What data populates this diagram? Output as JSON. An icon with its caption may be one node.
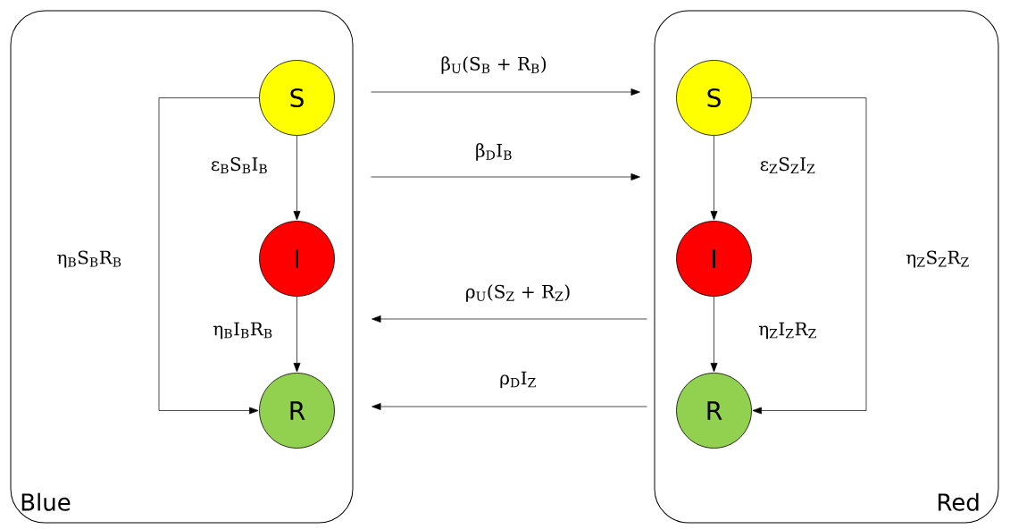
{
  "diagram": {
    "nodes": [
      {
        "text": [
          "Blue"
        ]
      },
      {
        "text": [
          "S"
        ],
        "in": 0
      },
      {
        "text": [
          "I"
        ],
        "in": 0
      },
      {
        "text": [
          "R"
        ],
        "in": 0
      },
      {
        "text": [
          "Red"
        ]
      },
      {
        "text": [
          "S"
        ],
        "in": 4
      },
      {
        "text": [
          "I"
        ],
        "in": 4
      },
      {
        "text": [
          "R"
        ],
        "in": 4
      }
    ],
    "edges": [
      {
        "from": 1,
        "to": 2,
        "arrow": "to",
        "label": "ε$_{B}$S$_{B}$I$_{B}$"
      },
      {
        "from": 2,
        "to": 3,
        "arrow": "to",
        "label": "η$_{B}$I$_{B}$R$_{B}$"
      },
      {
        "from": 1,
        "to": 3,
        "arrow": "to",
        "label": "η$_{B}$S$_{B}$R$_{B}$"
      },
      {
        "from": 5,
        "to": 6,
        "arrow": "to",
        "label": "ε$_{Z}$S$_{Z}$I$_{Z}$"
      },
      {
        "from": 6,
        "to": 7,
        "arrow": "to",
        "label": "η$_{Z}$I$_{Z}$R$_{Z}$"
      },
      {
        "from": 5,
        "to": 7,
        "arrow": "to",
        "label": "η$_{Z}$S$_{Z}$R$_{Z}$"
      },
      {
        "from": 0,
        "to": 4,
        "arrow": "to",
        "label": "β$_{U}$(S$_{B}$ + R$_{B}$)"
      },
      {
        "from": 0,
        "to": 4,
        "arrow": "to",
        "label": "β$_{D}$I$_{B}$"
      },
      {
        "from": 4,
        "to": 0,
        "arrow": "to",
        "label": "ρ$_{U}$(S$_{Z}$ + R$_{Z}$)"
      },
      {
        "from": 4,
        "to": 0,
        "arrow": "to",
        "label": "ρ$_{D}$I$_{Z}$"
      }
    ]
  }
}
